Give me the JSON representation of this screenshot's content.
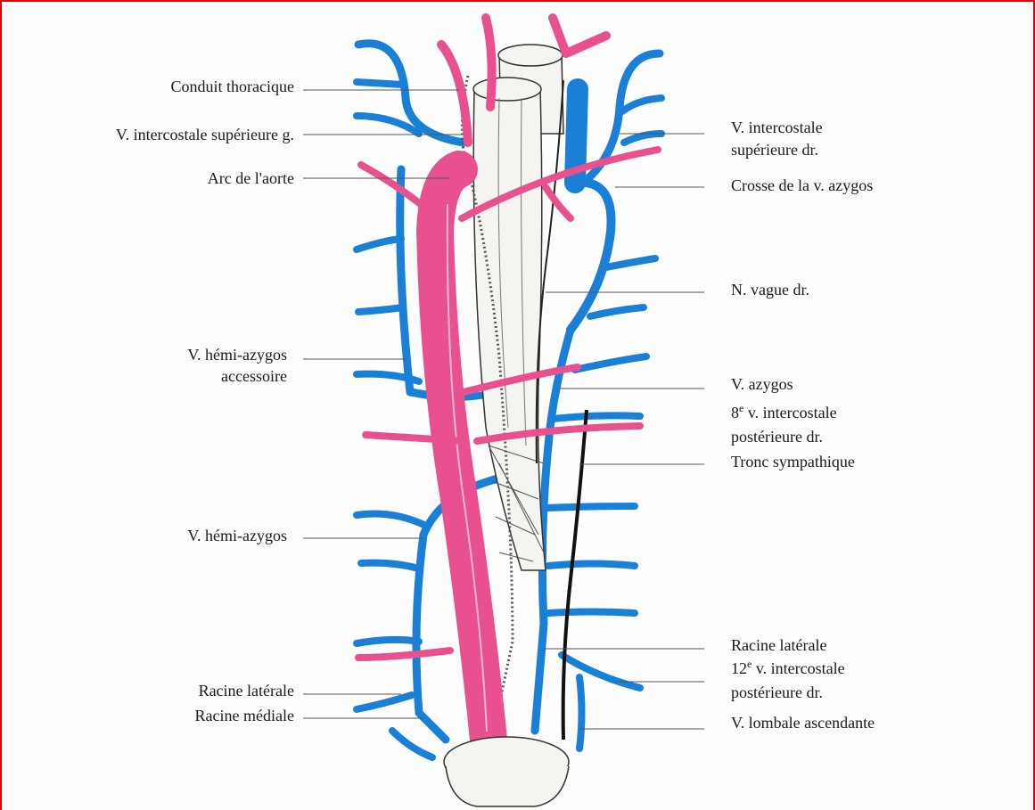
{
  "colors": {
    "vein": "#1a7fd6",
    "artery": "#e9508f",
    "bone": "#f4f4f0",
    "frame": "#e00000",
    "outline": "#333333"
  },
  "labels_left": {
    "conduit_thoracique": "Conduit thoracique",
    "v_intercostale_sup_g": "V. intercostale supérieure g.",
    "arc_aorte": "Arc de l'aorte",
    "hemi_azygos_acc_1": "V. hémi-azygos",
    "hemi_azygos_acc_2": "accessoire",
    "hemi_azygos": "V. hémi-azygos",
    "racine_laterale": "Racine latérale",
    "racine_mediale": "Racine médiale"
  },
  "labels_right": {
    "v_intercostale_sup_dr_1": "V. intercostale",
    "v_intercostale_sup_dr_2": "supérieure dr.",
    "crosse_azygos": "Crosse de la v. azygos",
    "n_vague_dr": "N. vague dr.",
    "v_azygos": "V. azygos",
    "intercostale_8_num": "8",
    "intercostale_8_sup": "e",
    "intercostale_8_rest": " v. intercostale",
    "intercostale_8_line2": "postérieure dr.",
    "tronc_sympathique": "Tronc sympathique",
    "racine_laterale_dr": "Racine latérale",
    "intercostale_12_num": "12",
    "intercostale_12_sup": "e",
    "intercostale_12_rest": " v. intercostale",
    "intercostale_12_line2": "postérieure dr.",
    "v_lombale_ascendante": "V. lombale ascendante"
  }
}
